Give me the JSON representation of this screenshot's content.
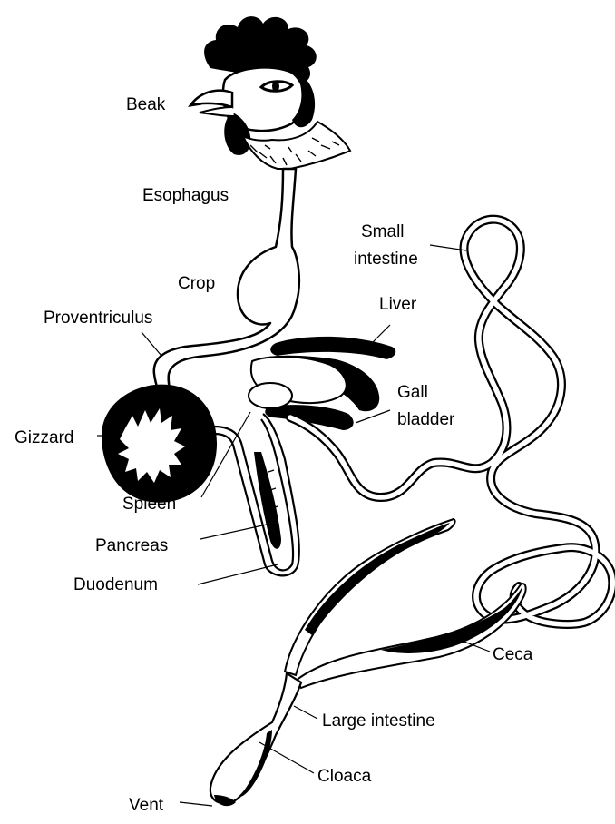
{
  "labels": {
    "beak": "Beak",
    "esophagus": "Esophagus",
    "small_intestine_1": "Small",
    "small_intestine_2": "intestine",
    "crop": "Crop",
    "liver": "Liver",
    "proventriculus": "Proventriculus",
    "gall_bladder_1": "Gall",
    "gall_bladder_2": "bladder",
    "gizzard": "Gizzard",
    "spleen": "Spleen",
    "pancreas": "Pancreas",
    "duodenum": "Duodenum",
    "ceca": "Ceca",
    "large_intestine": "Large intestine",
    "cloaca": "Cloaca",
    "vent": "Vent"
  },
  "colors": {
    "ink": "#000000",
    "paper": "#ffffff"
  }
}
